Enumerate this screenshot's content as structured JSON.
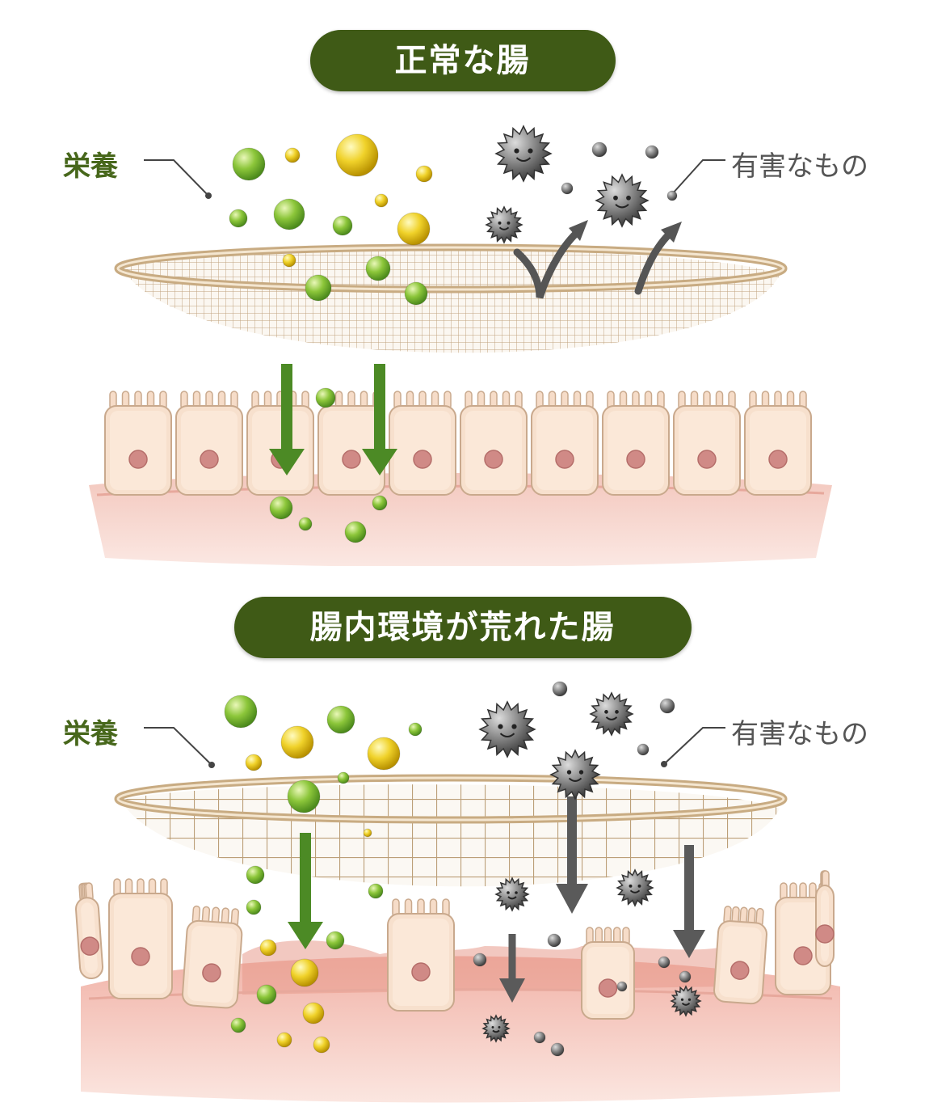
{
  "panels": [
    {
      "title": "正常な腸",
      "nutrient_label": "栄養",
      "harmful_label": "有害なもの"
    },
    {
      "title": "腸内環境が荒れた腸",
      "nutrient_label": "栄養",
      "harmful_label": "有害なもの"
    }
  ],
  "colors": {
    "title_bg": "#3f5a16",
    "nutrient_green": "#7cb92c",
    "nutrient_yellow": "#e6c419",
    "harmful_gray": "#6b6b6b",
    "arrow_green": "#4c8a25",
    "arrow_gray": "#5a5a5a",
    "cell": "#f6dcc8",
    "nucleus": "#d08a86",
    "tissue": "#f0b9b0",
    "mesh": "#c9ae8a"
  },
  "icons": [
    "sieve-icon",
    "virus-icon",
    "cell-icon",
    "nutrient-ball-icon"
  ]
}
